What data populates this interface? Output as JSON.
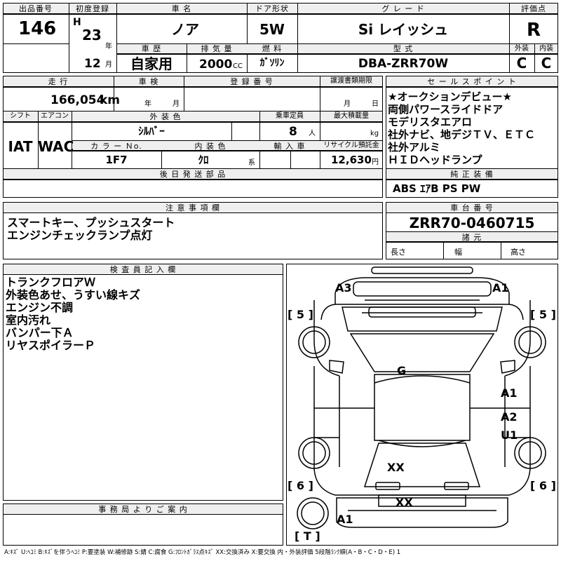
{
  "header": {
    "lot_number_label": "出品番号",
    "lot_number": "146",
    "first_reg_label": "初度登録",
    "era_letter": "H",
    "reg_year": "23",
    "year_unit": "年",
    "reg_month": "12",
    "month_unit": "月",
    "car_name_label": "車 名",
    "car_name": "ノア",
    "door_label": "ドア形状",
    "door": "5W",
    "grade_label": "グ レ ー ド",
    "grade": "Si レイッシュ",
    "score_label": "評価点",
    "score": "R",
    "history_label": "車 歴",
    "history": "自家用",
    "displacement_label": "排 気 量",
    "displacement": "2000",
    "displacement_unit": "CC",
    "fuel_label": "燃 料",
    "fuel": "ｶﾞｿﾘﾝ",
    "model_label": "型 式",
    "model": "DBA-ZRR70W",
    "exterior_label": "外装",
    "exterior_grade": "C",
    "interior_label": "内装",
    "interior_grade": "C"
  },
  "details": {
    "mileage_label": "走 行",
    "mileage": "166,054",
    "mileage_unit": "km",
    "inspection_label": "車 検",
    "inspection_year_unit": "年",
    "inspection_month_unit": "月",
    "plate_label": "登 録 番 号",
    "transfer_label": "譲渡書類期限",
    "transfer_month_unit": "月",
    "transfer_day_unit": "日",
    "shift_label": "シフト",
    "shift": "IAT",
    "ac_label": "エアコン",
    "ac": "WAC",
    "color_label": "外 装 色",
    "color": "ｼﾙﾊﾞｰ",
    "capacity_label": "乗車定員",
    "capacity": "8",
    "capacity_unit": "人",
    "load_label": "最大積載量",
    "load_unit": "kg",
    "color_no_label": "カ ラ ー Ｎo.",
    "color_no": "1F7",
    "interior_color_label": "内 装 色",
    "interior_color": "ｸﾛ",
    "interior_color_unit": "系",
    "import_label": "輸 入 車",
    "recycle_label": "リサイクル預託金",
    "recycle": "12,630",
    "recycle_unit": "円",
    "later_parts_label": "後 日 発 送 部 品"
  },
  "sales_points": {
    "label": "セ ー ル ス ポ イ ン ト",
    "lines": [
      "★オークションデビュー★",
      "両側パワースライドドア",
      "モデリスタエアロ",
      "社外ナビ、地デジＴＶ、ＥＴＣ",
      "社外アルミ",
      "ＨＩＤヘッドランプ"
    ]
  },
  "equipment": {
    "label": "純 正 装 備",
    "value": "ABS ｴｱB PS PW"
  },
  "notes": {
    "label": "注 意 事 項 欄",
    "lines": [
      "スマートキー、プッシュスタート",
      "エンジンチェックランプ点灯"
    ]
  },
  "chassis": {
    "label": "車 台 番 号",
    "value": "ZRR70-0460715",
    "specs_label": "諸 元",
    "length_label": "長さ",
    "width_label": "幅",
    "height_label": "高さ"
  },
  "inspector": {
    "label": "検 査 員 記 入 欄",
    "lines": [
      "トランクフロアＷ",
      "外装色あせ、うすい線キズ",
      "エンジン不調",
      "室内汚れ",
      "バンパー下Ａ",
      "リヤスポイラーＰ"
    ]
  },
  "office": {
    "label": "事 務 局 よ り ご 案 内"
  },
  "diagram": {
    "mark_a3_front_left": "A3",
    "mark_a1_front_right": "A1",
    "tire_fl": "[ 5 ]",
    "tire_fr": "[ 5 ]",
    "mark_roof": "G",
    "mark_a1_side": "A1",
    "mark_a2_side": "A2",
    "mark_u1_side": "U1",
    "mark_xx_glass": "XX",
    "mark_xx_rear": "XX",
    "tire_rl": "[ 6 ]",
    "tire_rr": "[ 6 ]",
    "mark_a1_rear": "A1",
    "spare_tire": "[ T ]"
  },
  "legend": {
    "text": "A:ｷｽﾞ U:ﾍｺﾐ B:ｷｽﾞを伴うﾍｺﾐ P:要塗装 W:補修跡 S:錆 C:腐食 G:ﾌﾛﾝﾄｶﾞﾗｽ点ｷｽﾞ XX:交換済み X:要交換 内・外装評価 5段階ﾗﾝｸ順(A・B・C・D・E) 1"
  }
}
